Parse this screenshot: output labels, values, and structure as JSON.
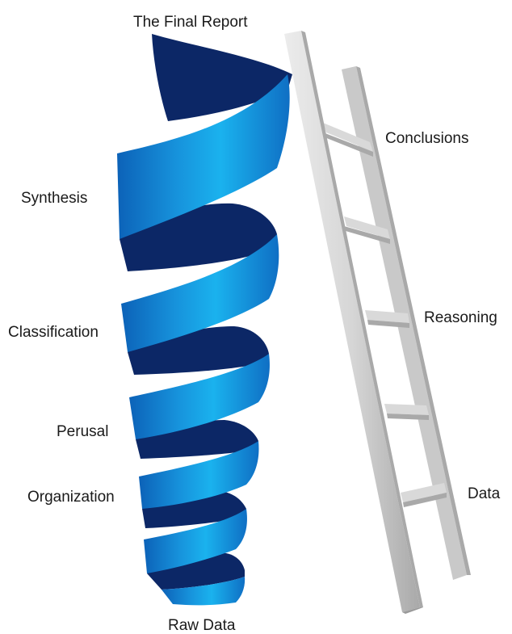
{
  "top_label": "The Final Report",
  "bottom_label": "Raw Data",
  "spiral_labels": [
    "Synthesis",
    "Classification",
    "Perusal",
    "Organization"
  ],
  "ladder_labels": [
    "Conclusions",
    "Reasoning",
    "Data"
  ],
  "colors": {
    "ribbon_front_light": "#1ab2ee",
    "ribbon_front_mid": "#1793dc",
    "ribbon_front_dark": "#0c62b8",
    "ribbon_back": "#0c2766",
    "ladder_light": "#ececec",
    "ladder_mid": "#cfcfcf",
    "ladder_dark": "#a9a9a9",
    "text": "#1a1a1a"
  }
}
